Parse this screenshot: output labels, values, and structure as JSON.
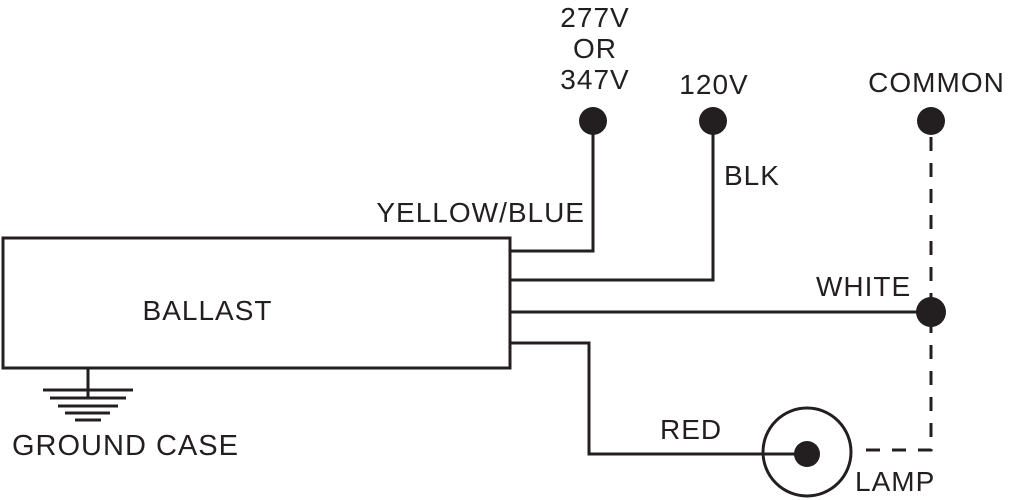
{
  "colors": {
    "ink": "#231f20",
    "background": "#ffffff"
  },
  "ballast": {
    "label": "BALLAST"
  },
  "ground": {
    "label": "GROUND CASE"
  },
  "terminals": {
    "high_voltage": {
      "line1": "277V",
      "line2": "OR",
      "line3": "347V"
    },
    "line_120": {
      "label": "120V"
    },
    "common": {
      "label": "COMMON"
    }
  },
  "wires": {
    "yellow_blue": {
      "label": "YELLOW/BLUE"
    },
    "black": {
      "label": "BLK"
    },
    "white": {
      "label": "WHITE"
    },
    "red": {
      "label": "RED"
    }
  },
  "lamp": {
    "label": "LAMP"
  }
}
